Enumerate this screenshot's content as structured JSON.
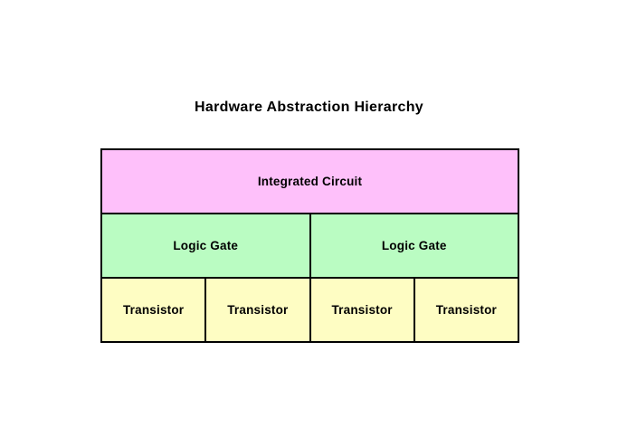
{
  "page": {
    "title": "Hardware Abstraction Hierarchy"
  },
  "colors": {
    "level1_fill": "#fec0fa",
    "level2_fill": "#bafcc2",
    "level3_fill": "#fefdc3",
    "border": "#000000",
    "text": "#000000",
    "background": "#ffffff"
  },
  "diagram": {
    "levels": [
      {
        "id": "integrated-circuit",
        "cells": [
          {
            "label": "Integrated Circuit"
          }
        ]
      },
      {
        "id": "logic-gate",
        "cells": [
          {
            "label": "Logic Gate"
          },
          {
            "label": "Logic Gate"
          }
        ]
      },
      {
        "id": "transistor",
        "cells": [
          {
            "label": "Transistor"
          },
          {
            "label": "Transistor"
          },
          {
            "label": "Transistor"
          },
          {
            "label": "Transistor"
          }
        ]
      }
    ]
  }
}
